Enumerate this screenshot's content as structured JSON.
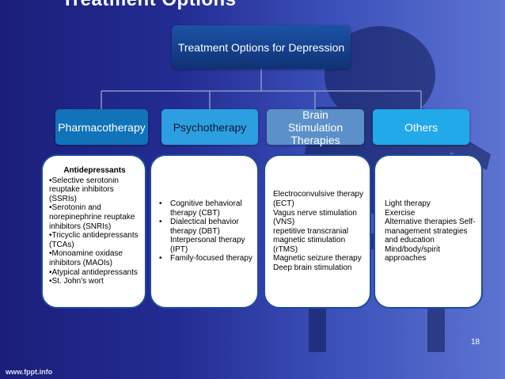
{
  "slide_title": "Treatment Options",
  "root": {
    "label": "Treatment Options for Depression"
  },
  "categories": [
    {
      "label": "Pharmacotherapy"
    },
    {
      "label": "Psychotherapy"
    },
    {
      "label": "Brain Stimulation Therapies"
    },
    {
      "label": "Others"
    }
  ],
  "pharmacotherapy": {
    "heading": "Antidepressants",
    "lines": [
      "•Selective serotonin",
      "reuptake inhibitors",
      "(SSRIs)",
      "•Serotonin and",
      "norepinephrine reuptake",
      "inhibitors (SNRIs)",
      "•Tricyclic antidepressants",
      "(TCAs)",
      "•Monoamine oxidase",
      "inhibitors (MAOIs)",
      "•Atypical antidepressants",
      "•St. John's wort"
    ]
  },
  "psychotherapy": {
    "bullet": "•",
    "lines": [
      {
        "bullet": true,
        "text": "Cognitive behavioral"
      },
      {
        "bullet": false,
        "text": "therapy (CBT)"
      },
      {
        "bullet": true,
        "text": "Dialectical behavior"
      },
      {
        "bullet": false,
        "text": "therapy (DBT)"
      },
      {
        "bullet": false,
        "text": "Interpersonal therapy"
      },
      {
        "bullet": false,
        "text": "(IPT)"
      },
      {
        "bullet": true,
        "text": "Family-focused therapy"
      }
    ]
  },
  "brain_stimulation": {
    "lines": [
      "Electroconvulsive therapy",
      "(ECT)",
      "Vagus nerve stimulation",
      "(VNS)",
      "repetitive transcranial",
      "magnetic stimulation",
      "(rTMS)",
      "Magnetic seizure therapy",
      "Deep brain stimulation"
    ]
  },
  "others": {
    "lines": [
      "Light therapy",
      "Exercise",
      "Alternative therapies Self-",
      "management strategies",
      "and education",
      "Mind/body/spirit",
      "approaches"
    ]
  },
  "page_number": "18",
  "footer_url": "www.fppt.info",
  "colors": {
    "background_dark": "#1b1f7a",
    "background_light": "#5e74d2",
    "root_box": "#103275",
    "pharmacotherapy": "#1173b9",
    "psychotherapy": "#2d9fe0",
    "brain_stimulation": "#5b90c9",
    "others": "#21a9ea",
    "card_border": "#1f4aa2"
  }
}
